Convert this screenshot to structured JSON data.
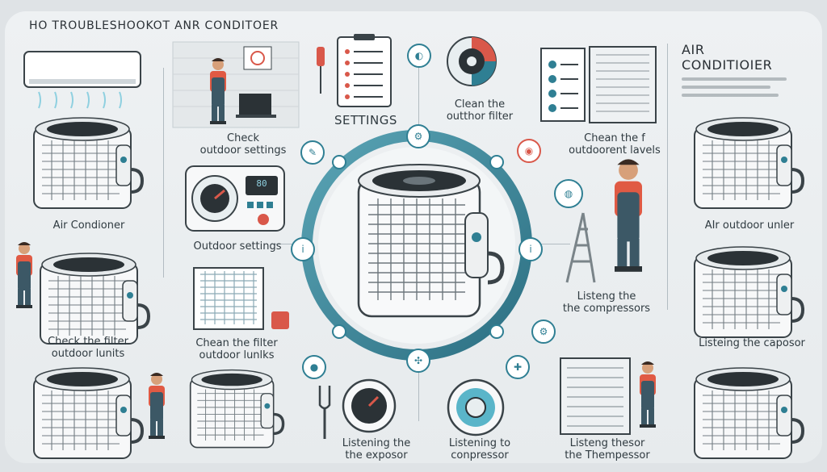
{
  "header": {
    "title_left": "HO TROUBLESHOOKOT ANR CONDITOER",
    "title_right_line1": "AIR",
    "title_right_line2": "CONDITIOIER"
  },
  "steps": {
    "settings": "SETTINGS",
    "clean_outdoor_filter_1": "Clean the",
    "clean_outdoor_filter_2": "outthor filter",
    "check_outdoor_1": "Check",
    "check_outdoor_2": "outdoor settings",
    "chean_levels_1": "Chean the f",
    "chean_levels_2": "outdoorent lavels",
    "air_conditioner": "Air Condioner",
    "outdoor_settings": "Outdoor settings",
    "air_outdoor_unit": "AIr outdoor unler",
    "check_filter_1": "Check the filter",
    "check_filter_2": "outdoor lunits",
    "chean_filter_1": "Chean the filter",
    "chean_filter_2": "outdoor lunlks",
    "listening_compressors_1": "Listeng the",
    "listening_compressors_2": "the compressors",
    "listening_caposor": "Listeing the caposor",
    "listening_exposor_1": "Listening the",
    "listening_exposor_2": "the exposor",
    "listening_compressor_1": "Listening to",
    "listening_compressor_2": "conpressor",
    "listening_thempessor_1": "Listeng thesor",
    "listening_thempessor_2": "the Thempessor"
  },
  "icons": {
    "ring_top": "cog-icon",
    "ring_left": "info-icon",
    "ring_right": "info-icon",
    "ring_bottom": "fan-icon",
    "accent": "#2f7f93",
    "warning": "#d9584a"
  },
  "thermostat": {
    "display": "80"
  }
}
